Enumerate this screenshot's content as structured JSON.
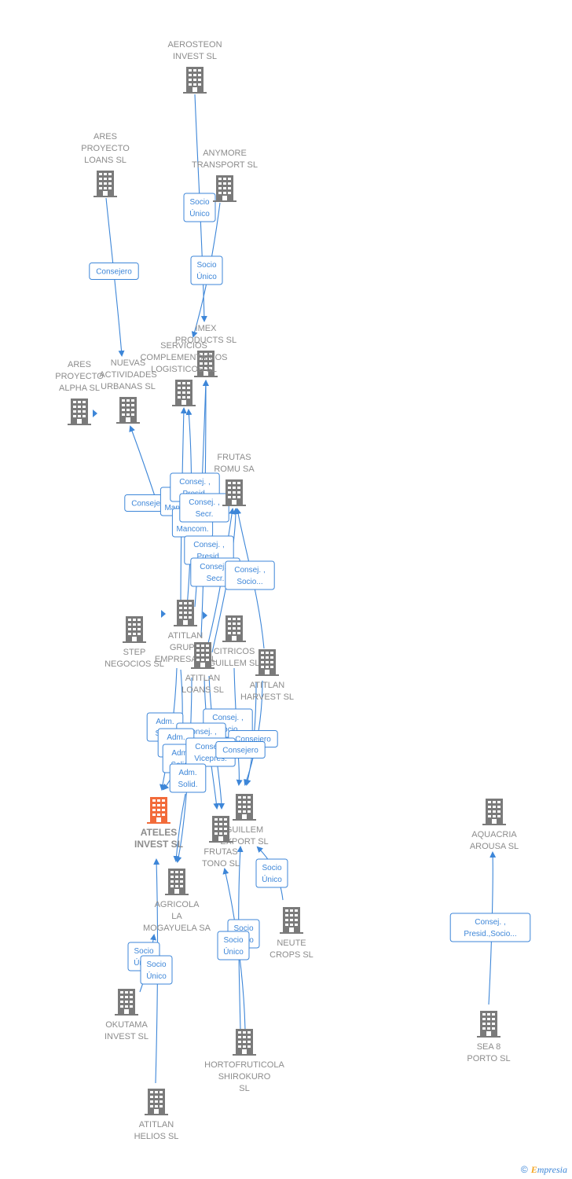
{
  "nodes": [
    {
      "id": "aerosteon",
      "lines": [
        "AEROSTEON",
        "INVEST  SL"
      ],
      "icon": "building-icon"
    },
    {
      "id": "ares_loans",
      "lines": [
        "ARES",
        "PROYECTO",
        "LOANS  SL"
      ],
      "icon": "building-icon"
    },
    {
      "id": "anymore",
      "lines": [
        "ANYMORE",
        "TRANSPORT SL"
      ],
      "icon": "building-icon"
    },
    {
      "id": "imex",
      "lines": [
        "IMEX",
        "PRODUCTS SL"
      ],
      "icon": "building-icon"
    },
    {
      "id": "servicios",
      "lines": [
        "SERVICIOS",
        "COMPLEMENTARIOS",
        "LOGISTICOS SL"
      ],
      "icon": "building-icon"
    },
    {
      "id": "ares_alpha",
      "lines": [
        "ARES",
        "PROYECTO",
        "ALPHA  SL"
      ],
      "icon": "building-icon"
    },
    {
      "id": "nuevas",
      "lines": [
        "NUEVAS",
        "ACTIVIDADES",
        "URBANAS SL"
      ],
      "icon": "building-icon"
    },
    {
      "id": "frutas_romu",
      "lines": [
        "FRUTAS",
        "ROMU SA"
      ],
      "icon": "building-icon"
    },
    {
      "id": "step",
      "lines": [
        "STEP",
        "NEGOCIOS SL"
      ],
      "icon": "building-icon"
    },
    {
      "id": "atitlan_grupo",
      "lines": [
        "ATITLAN",
        "GRUPO",
        "EMPRESARIAL"
      ],
      "icon": "building-icon"
    },
    {
      "id": "citricos",
      "lines": [
        "CITRICOS",
        "GUILLEM  SL"
      ],
      "icon": "building-icon"
    },
    {
      "id": "atitlan_loans",
      "lines": [
        "ATITLAN",
        "LOANS  SL"
      ],
      "icon": "building-icon"
    },
    {
      "id": "atitlan_harvest",
      "lines": [
        "ATITLAN",
        "HARVEST  SL"
      ],
      "icon": "building-icon"
    },
    {
      "id": "ateles",
      "lines": [
        "ATELES",
        "INVEST  SL"
      ],
      "icon": "building-icon",
      "focus": true
    },
    {
      "id": "guillem_export",
      "lines": [
        "GUILLEM",
        "EXPORT SL"
      ],
      "icon": "building-icon"
    },
    {
      "id": "frutas_tono",
      "lines": [
        "FRUTAS",
        "TONO SL"
      ],
      "icon": "building-icon"
    },
    {
      "id": "agricola",
      "lines": [
        "AGRICOLA",
        "LA",
        "MOGAYUELA SA"
      ],
      "icon": "building-icon"
    },
    {
      "id": "neute",
      "lines": [
        "NEUTE",
        "CROPS  SL"
      ],
      "icon": "building-icon"
    },
    {
      "id": "okutama",
      "lines": [
        "OKUTAMA",
        "INVEST  SL"
      ],
      "icon": "building-icon"
    },
    {
      "id": "hortofruticola",
      "lines": [
        "HORTOFRUTICOLA",
        "SHIROKURO",
        "SL"
      ],
      "icon": "building-icon"
    },
    {
      "id": "atitlan_helios",
      "lines": [
        "ATITLAN",
        "HELIOS  SL"
      ],
      "icon": "building-icon"
    },
    {
      "id": "aquacria",
      "lines": [
        "AQUACRIA",
        "AROUSA SL"
      ],
      "icon": "building-icon"
    },
    {
      "id": "sea8",
      "lines": [
        "SEA 8",
        "PORTO SL"
      ],
      "icon": "building-icon"
    }
  ],
  "edge_labels": [
    {
      "id": "l_aero_imex",
      "lines": [
        "Socio",
        "Único"
      ]
    },
    {
      "id": "l_any_imex",
      "lines": [
        "Socio",
        "Único"
      ]
    },
    {
      "id": "l_ares_nuevas",
      "lines": [
        "Consejero"
      ]
    },
    {
      "id": "l_nuevas_c",
      "lines": [
        "Consejero"
      ]
    },
    {
      "id": "l_mancom_back",
      "lines": [
        "Adm.",
        "Mancom."
      ]
    },
    {
      "id": "l_cp1",
      "lines": [
        "Consej. ,",
        "Presid."
      ]
    },
    {
      "id": "l_mancom",
      "lines": [
        "Adm.",
        "Mancom."
      ]
    },
    {
      "id": "l_cs1",
      "lines": [
        "Consej. ,",
        "Secr."
      ]
    },
    {
      "id": "l_cp2",
      "lines": [
        "Consej. ,",
        "Presid."
      ]
    },
    {
      "id": "l_cs2",
      "lines": [
        "Consej. ,",
        "Secr."
      ]
    },
    {
      "id": "l_csocio",
      "lines": [
        "Consej. ,",
        "Socio..."
      ]
    },
    {
      "id": "l_adm_s1",
      "lines": [
        "Adm.",
        "Solid."
      ]
    },
    {
      "id": "l_cs3",
      "lines": [
        "Consej. ,",
        "Socio"
      ]
    },
    {
      "id": "l_c_b1",
      "lines": [
        "Consej. ,",
        "Secr."
      ]
    },
    {
      "id": "l_adm_s2",
      "lines": [
        "Adm.",
        "Solid."
      ]
    },
    {
      "id": "l_consejero1",
      "lines": [
        "Consejero"
      ]
    },
    {
      "id": "l_adm_back",
      "lines": [
        "Adm.",
        "Solid."
      ]
    },
    {
      "id": "l_cvice",
      "lines": [
        "Consej. ,",
        "Vicepres."
      ]
    },
    {
      "id": "l_consejero2",
      "lines": [
        "Consejero"
      ]
    },
    {
      "id": "l_adm_s3",
      "lines": [
        "Adm.",
        "Solid."
      ]
    },
    {
      "id": "l_neute",
      "lines": [
        "Socio",
        "Único"
      ]
    },
    {
      "id": "l_horto1",
      "lines": [
        "Socio",
        "Único"
      ]
    },
    {
      "id": "l_horto2",
      "lines": [
        "Socio",
        "Único"
      ]
    },
    {
      "id": "l_oku1",
      "lines": [
        "Socio",
        "Único"
      ]
    },
    {
      "id": "l_oku2",
      "lines": [
        "Socio",
        "Único"
      ]
    },
    {
      "id": "l_sea8",
      "lines": [
        "Consej. ,",
        "Presid.,Socio..."
      ]
    }
  ],
  "colors": {
    "edge": "#3d86d8",
    "node": "#7a7a7a",
    "focus_node": "#f26b3a",
    "text": "#8c8c8c"
  },
  "footer": {
    "copyright": "©",
    "brand_initial": "E",
    "brand_rest": "mpresia"
  }
}
